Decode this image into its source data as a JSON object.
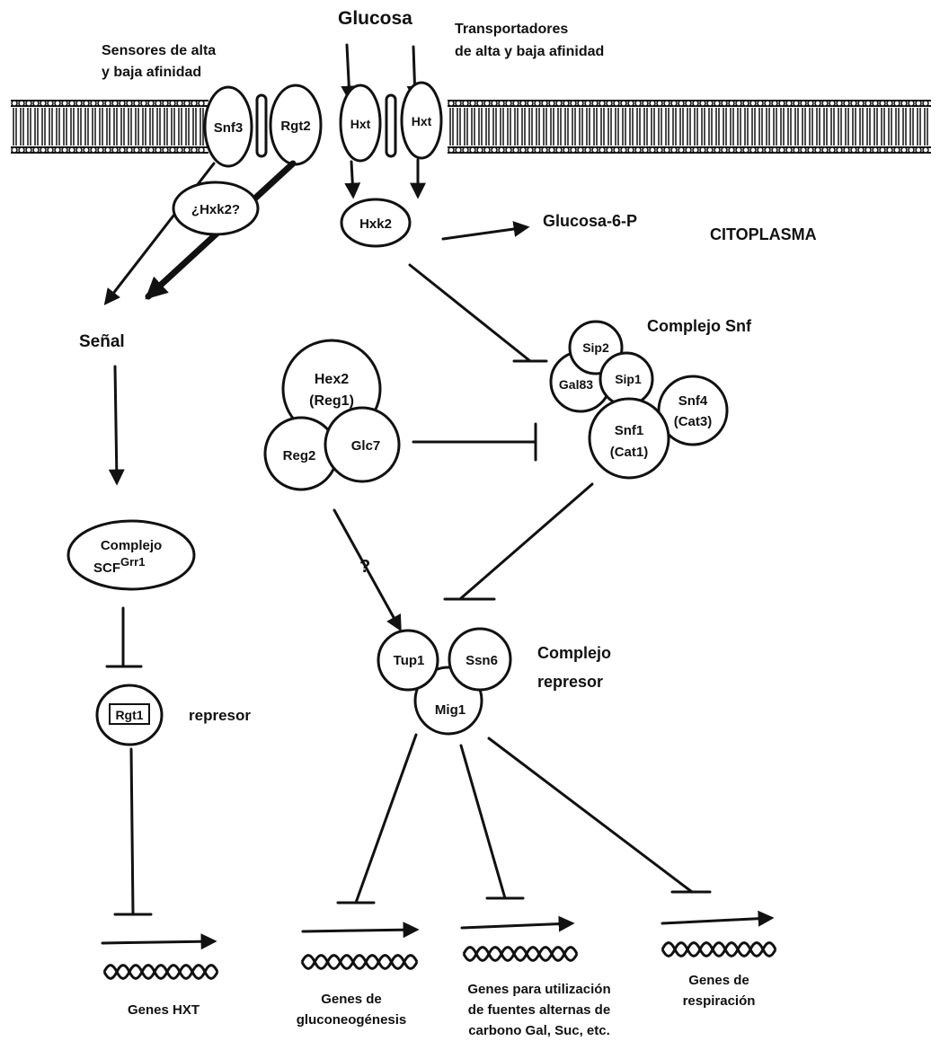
{
  "labels": {
    "glucosa": "Glucosa",
    "sensores": [
      "Sensores de alta",
      "y baja afinidad"
    ],
    "transportadores": [
      "Transportadores",
      "de alta y baja afinidad"
    ],
    "citoplasma": "CITOPLASMA",
    "senal": "Señal",
    "glucosa6p": "Glucosa-6-P",
    "complejo_snf": "Complejo Snf",
    "complejo_represor": [
      "Complejo",
      "represor"
    ],
    "represor": "represor",
    "question": "?",
    "scf": {
      "line1": "Complejo",
      "base": "SCF",
      "sup": "Grr1"
    }
  },
  "nodes": {
    "snf3": "Snf3",
    "rgt2": "Rgt2",
    "hxt1": "Hxt",
    "hxt2": "Hxt",
    "hxk2q": "¿Hxk2?",
    "hxk2": "Hxk2",
    "hex2": [
      "Hex2",
      "(Reg1)"
    ],
    "reg2": "Reg2",
    "glc7": "Glc7",
    "sip2": "Sip2",
    "sip1": "Sip1",
    "gal83": "Gal83",
    "snf1": [
      "Snf1",
      "(Cat1)"
    ],
    "snf4": [
      "Snf4",
      "(Cat3)"
    ],
    "tup1": "Tup1",
    "ssn6": "Ssn6",
    "mig1": "Mig1",
    "rgt1": "Rgt1"
  },
  "genes": {
    "hxt": [
      "Genes HXT"
    ],
    "gluconeo": [
      "Genes de",
      "gluconeogénesis"
    ],
    "alternas": [
      "Genes para utilización",
      "de fuentes alternas de",
      "carbono Gal, Suc, etc."
    ],
    "respiracion": [
      "Genes de",
      "respiración"
    ]
  }
}
